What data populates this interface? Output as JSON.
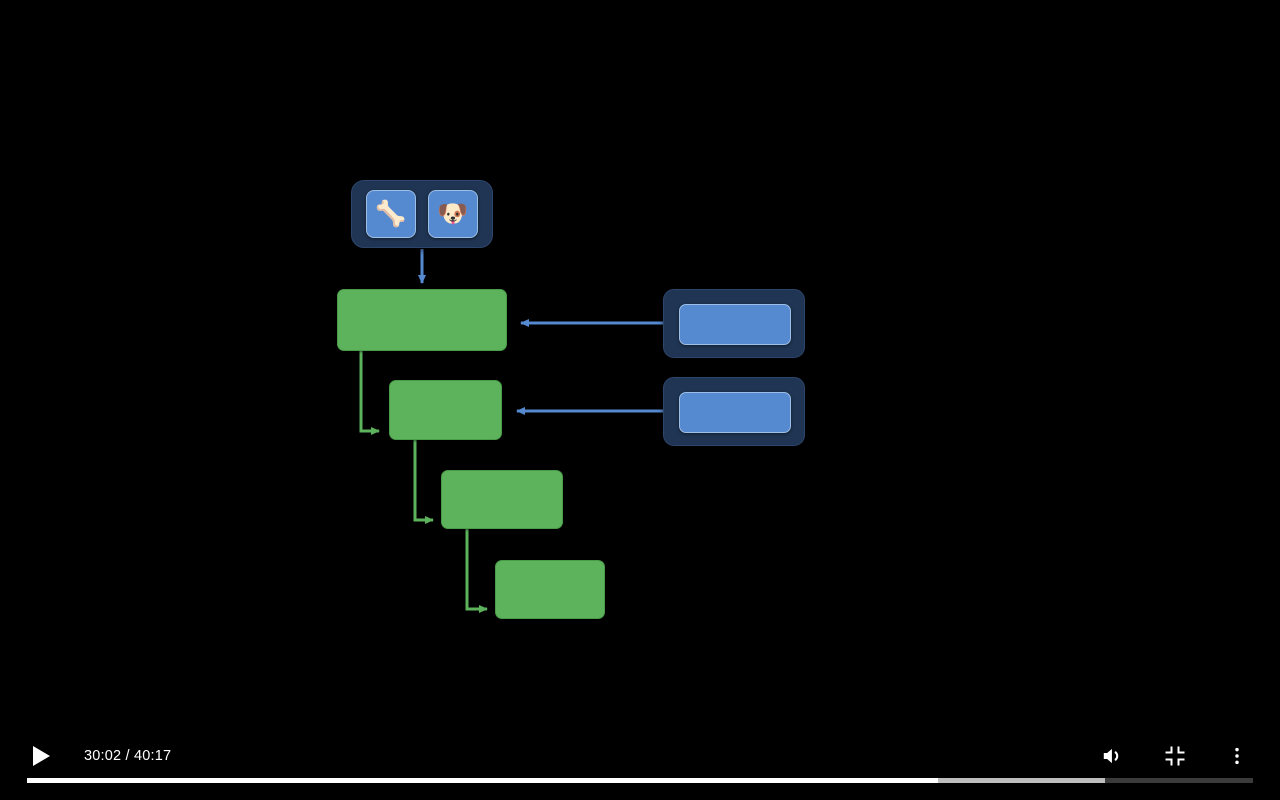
{
  "player": {
    "play_button_label": "Play",
    "time_display": "30:02 / 40:17",
    "current_time": "30:02",
    "duration": "40:17",
    "progress": {
      "played_percent": 74.3,
      "buffered_percent": 87.9,
      "track_color": "#3b3b3b",
      "buffered_color": "#bdbdbd",
      "played_color": "#ffffff"
    },
    "controls": [
      {
        "name": "volume-icon",
        "label": "Volume"
      },
      {
        "name": "exit-fullscreen-icon",
        "label": "Exit full screen"
      },
      {
        "name": "more-options-icon",
        "label": "More options"
      }
    ]
  },
  "diagram": {
    "colors": {
      "green_fill": "#5cb35c",
      "green_stroke": "#4a9c4a",
      "blue_fill": "#5589d0",
      "blue_stroke": "#9dbfe6",
      "group_fill": "#1f3553",
      "group_stroke": "#2c456b",
      "blue_edge": "#5589d0",
      "green_edge": "#5cb35c",
      "background": "#000000"
    },
    "toolbar_node": {
      "name": "toolbar-node",
      "buttons": [
        {
          "name": "bone-icon",
          "glyph": "🦴",
          "label": "Bone"
        },
        {
          "name": "dog-face-icon",
          "glyph": "🐶",
          "label": "Dog face"
        }
      ]
    },
    "green_nodes": [
      {
        "name": "green-node-1",
        "label": ""
      },
      {
        "name": "green-node-2",
        "label": ""
      },
      {
        "name": "green-node-3",
        "label": ""
      },
      {
        "name": "green-node-4",
        "label": ""
      }
    ],
    "group_nodes": [
      {
        "name": "group-node-1",
        "label": ""
      },
      {
        "name": "group-node-2",
        "label": ""
      }
    ]
  }
}
